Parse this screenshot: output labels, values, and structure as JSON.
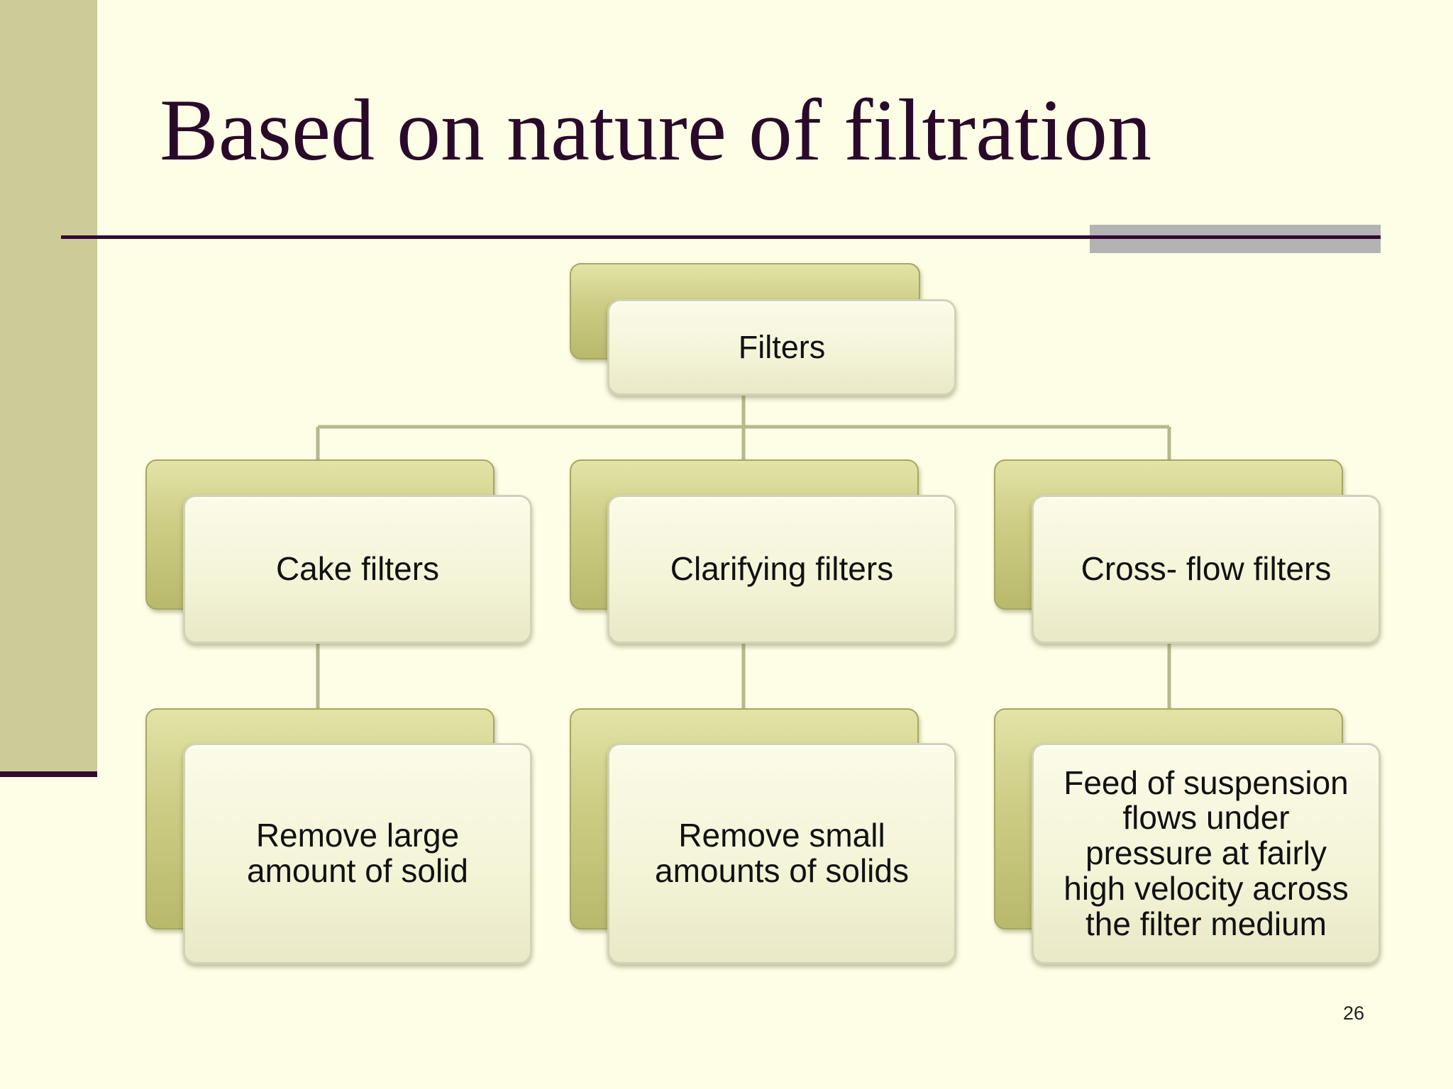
{
  "slide": {
    "title": "Based on nature of filtration",
    "page_number": "26"
  },
  "diagram": {
    "root": {
      "label": "Filters"
    },
    "categories": [
      {
        "label": "Cake filters",
        "description": "Remove large\namount of solid"
      },
      {
        "label": "Clarifying filters",
        "description": "Remove small\namounts of solids"
      },
      {
        "label": "Cross- flow filters",
        "description": "Feed of suspension\nflows under\npressure at fairly\nhigh velocity across\nthe filter medium"
      }
    ]
  }
}
